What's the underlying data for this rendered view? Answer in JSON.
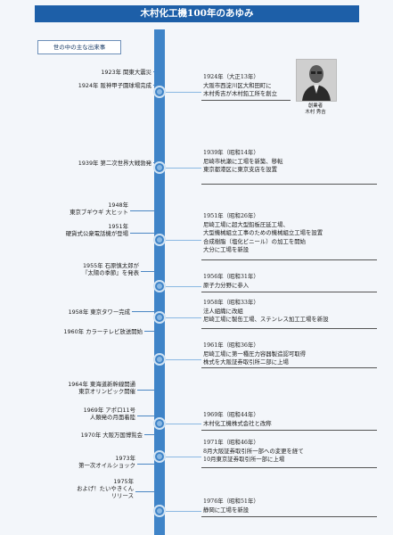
{
  "title": "木村化工機100年のあゆみ",
  "world_label": "世の中の主な出来事",
  "portrait": {
    "caption_lines": [
      "創業者",
      "木村 秀吉"
    ]
  },
  "world_events": [
    {
      "lines": [
        "1923年 関東大震災"
      ]
    },
    {
      "lines": [
        "1924年 阪神甲子園球場完成"
      ]
    },
    {
      "lines": [
        "1939年 第二次世界大戦勃発"
      ]
    },
    {
      "lines": [
        "1948年",
        "東京ブギウギ 大ヒット"
      ]
    },
    {
      "lines": [
        "1951年",
        "硬貨式公衆電話機が登場"
      ]
    },
    {
      "lines": [
        "1955年 石原慎太郎が",
        "『太陽の季節』を発表"
      ]
    },
    {
      "lines": [
        "1958年 東京タワー完成"
      ]
    },
    {
      "lines": [
        "1960年 カラーテレビ放送開始"
      ]
    },
    {
      "lines": [
        "1964年 東海道新幹線開通",
        "東京オリンピック開催"
      ]
    },
    {
      "lines": [
        "1969年 アポロ11号",
        "人類発の月面着陸"
      ]
    },
    {
      "lines": [
        "1970年 大阪万国博覧会"
      ]
    },
    {
      "lines": [
        "1973年",
        "第一次オイルショック"
      ]
    },
    {
      "lines": [
        "1975年",
        "およげ！たいやきくん",
        "リリース"
      ]
    }
  ],
  "company_events": [
    {
      "lines": [
        "1924年（大正13年）",
        "大阪市西淀川区大和田町に",
        "木村秀吉が木村鉛工所を創立"
      ]
    },
    {
      "lines": [
        "1939年（昭和14年）",
        "尼崎市杭瀬に工場を新築、移転",
        "東京都港区に東京支店を設置"
      ]
    },
    {
      "lines": [
        "1951年（昭和26年）",
        "尼崎工場に超大型鉛板圧延工場、",
        "大型機械組立工事のための機械組立工場を設置",
        "合成樹脂（塩化ビニール）の加工を開始",
        "大分に工場を新設"
      ]
    },
    {
      "lines": [
        "1956年（昭和31年）",
        "原子力分野に参入"
      ]
    },
    {
      "lines": [
        "1958年（昭和33年）",
        "法人組織に改組",
        "尼崎工場に製缶工場、ステンレス加工工場を新設"
      ]
    },
    {
      "lines": [
        "1961年（昭和36年）",
        "尼崎工場に第一種圧力容器製造認可取得",
        "株式を大阪証券取引所二部に上場"
      ]
    },
    {
      "lines": [
        "1969年（昭和44年）",
        "木村化工機株式会社と改称"
      ]
    },
    {
      "lines": [
        "1971年（昭和46年）",
        "8月大阪証券取引所一部への変更を経て",
        "10月東京証券取引所一部に上場"
      ]
    },
    {
      "lines": [
        "1976年（昭和51年）",
        "静岡に工場を新設"
      ]
    }
  ],
  "colors": {
    "title_bar": "#1d5fa8",
    "axis": "#3f84c8",
    "page_background": "#f3f6fa"
  }
}
